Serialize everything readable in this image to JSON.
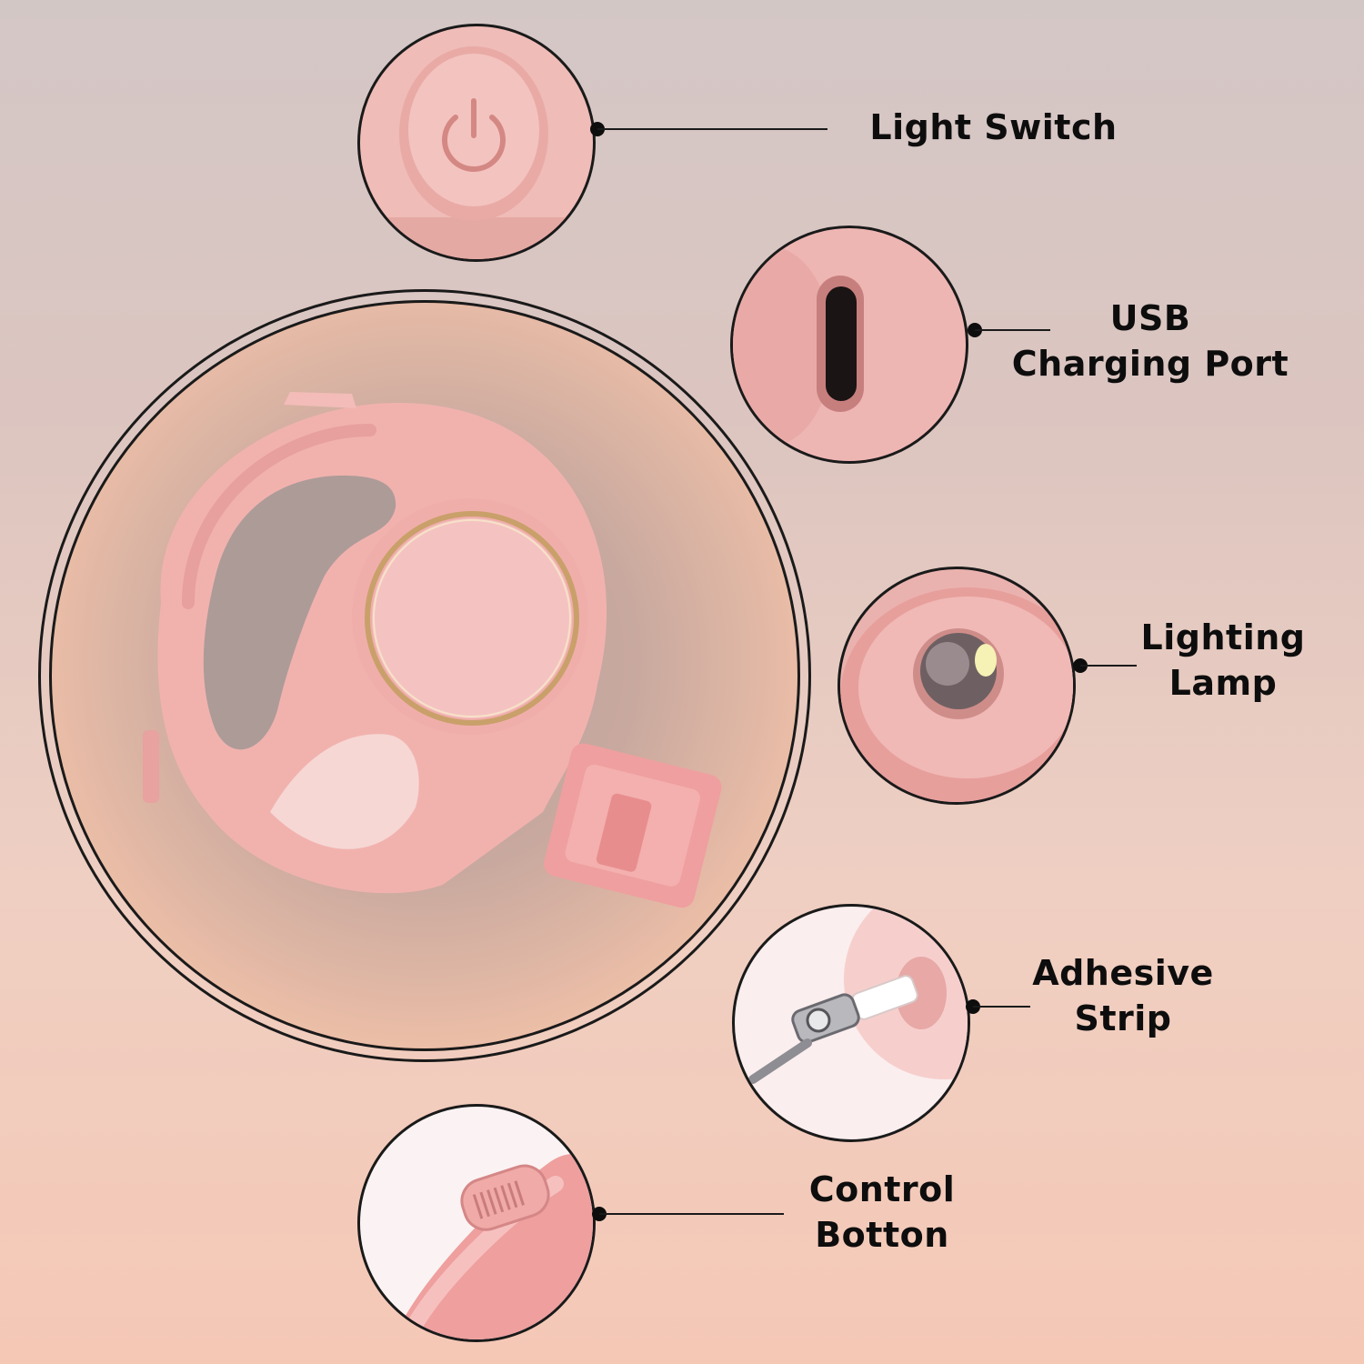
{
  "callouts": {
    "light_switch": "Light Switch",
    "usb_line1": "USB",
    "usb_line2": "Charging Port",
    "lamp_line1": "Lighting",
    "lamp_line2": "Lamp",
    "adhesive_line1": "Adhesive",
    "adhesive_line2": "Strip",
    "control_line1": "Control",
    "control_line2": "Botton"
  },
  "colors": {
    "product_pink": "#f2b8b4",
    "product_shadow": "#dc9997",
    "gold_ring": "#c9a06a",
    "outline": "#1a1a1a"
  }
}
